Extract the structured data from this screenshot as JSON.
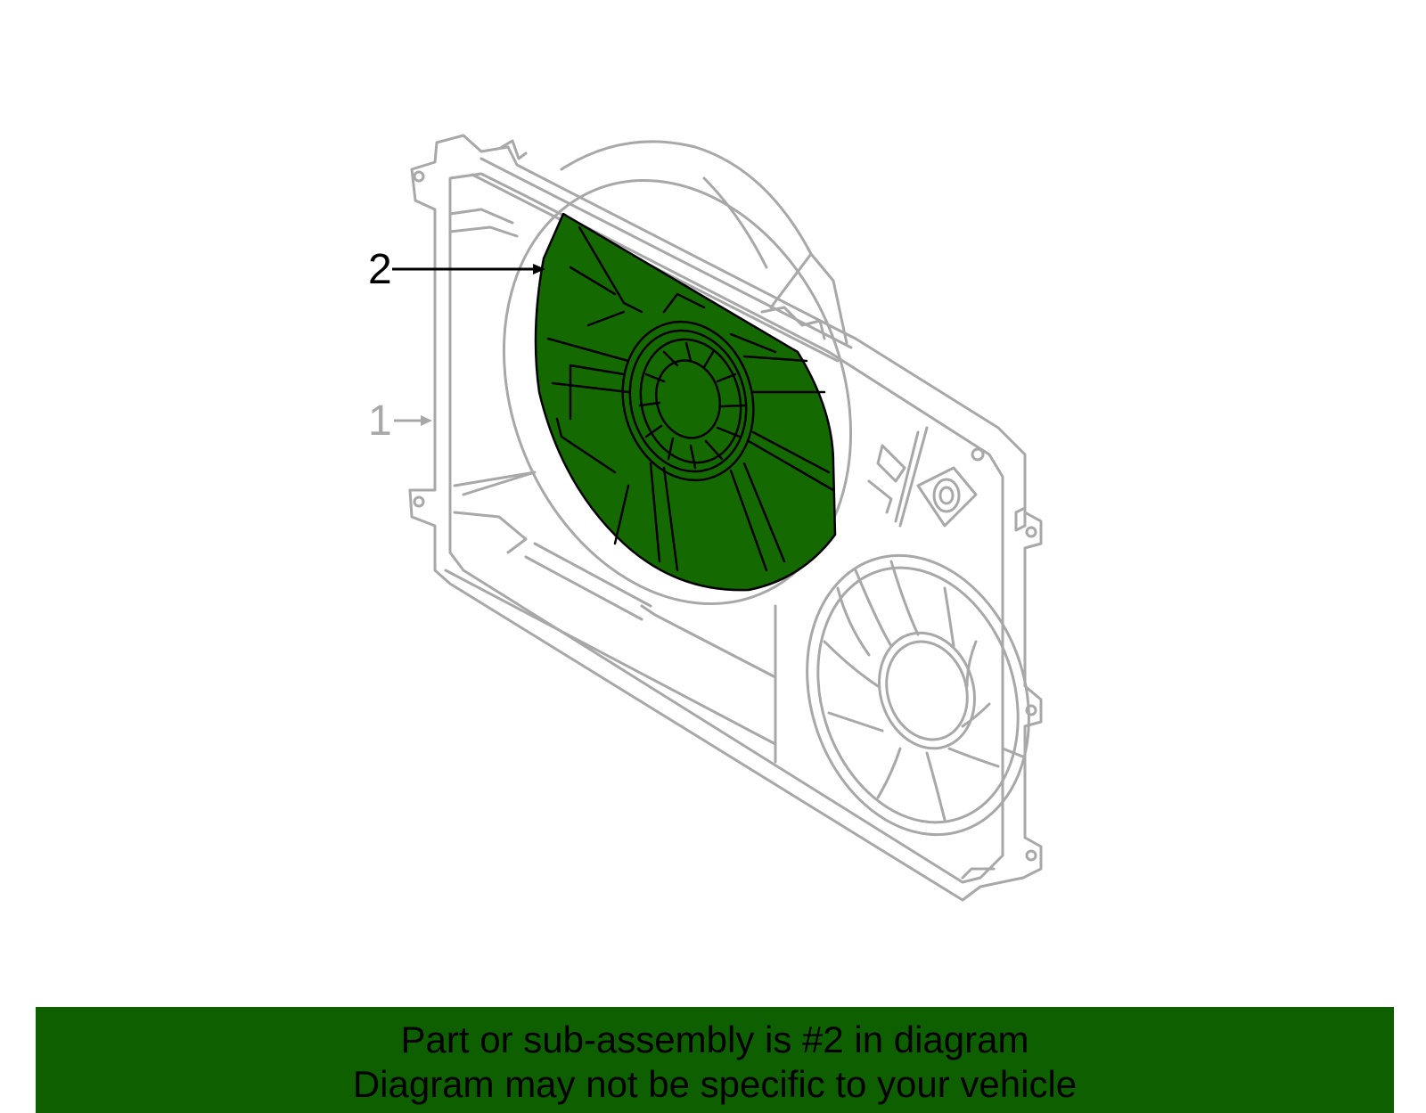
{
  "diagram": {
    "callouts": [
      {
        "number": "1",
        "color": "#a8a8a8"
      },
      {
        "number": "2",
        "color": "#000000"
      }
    ],
    "highlight_color": "#146900",
    "frame_color": "#a8a8a8"
  },
  "banner": {
    "line1": "Part or sub-assembly is #2 in diagram",
    "line2": "Diagram may not be specific to your vehicle",
    "background_color": "#0d5f00"
  }
}
